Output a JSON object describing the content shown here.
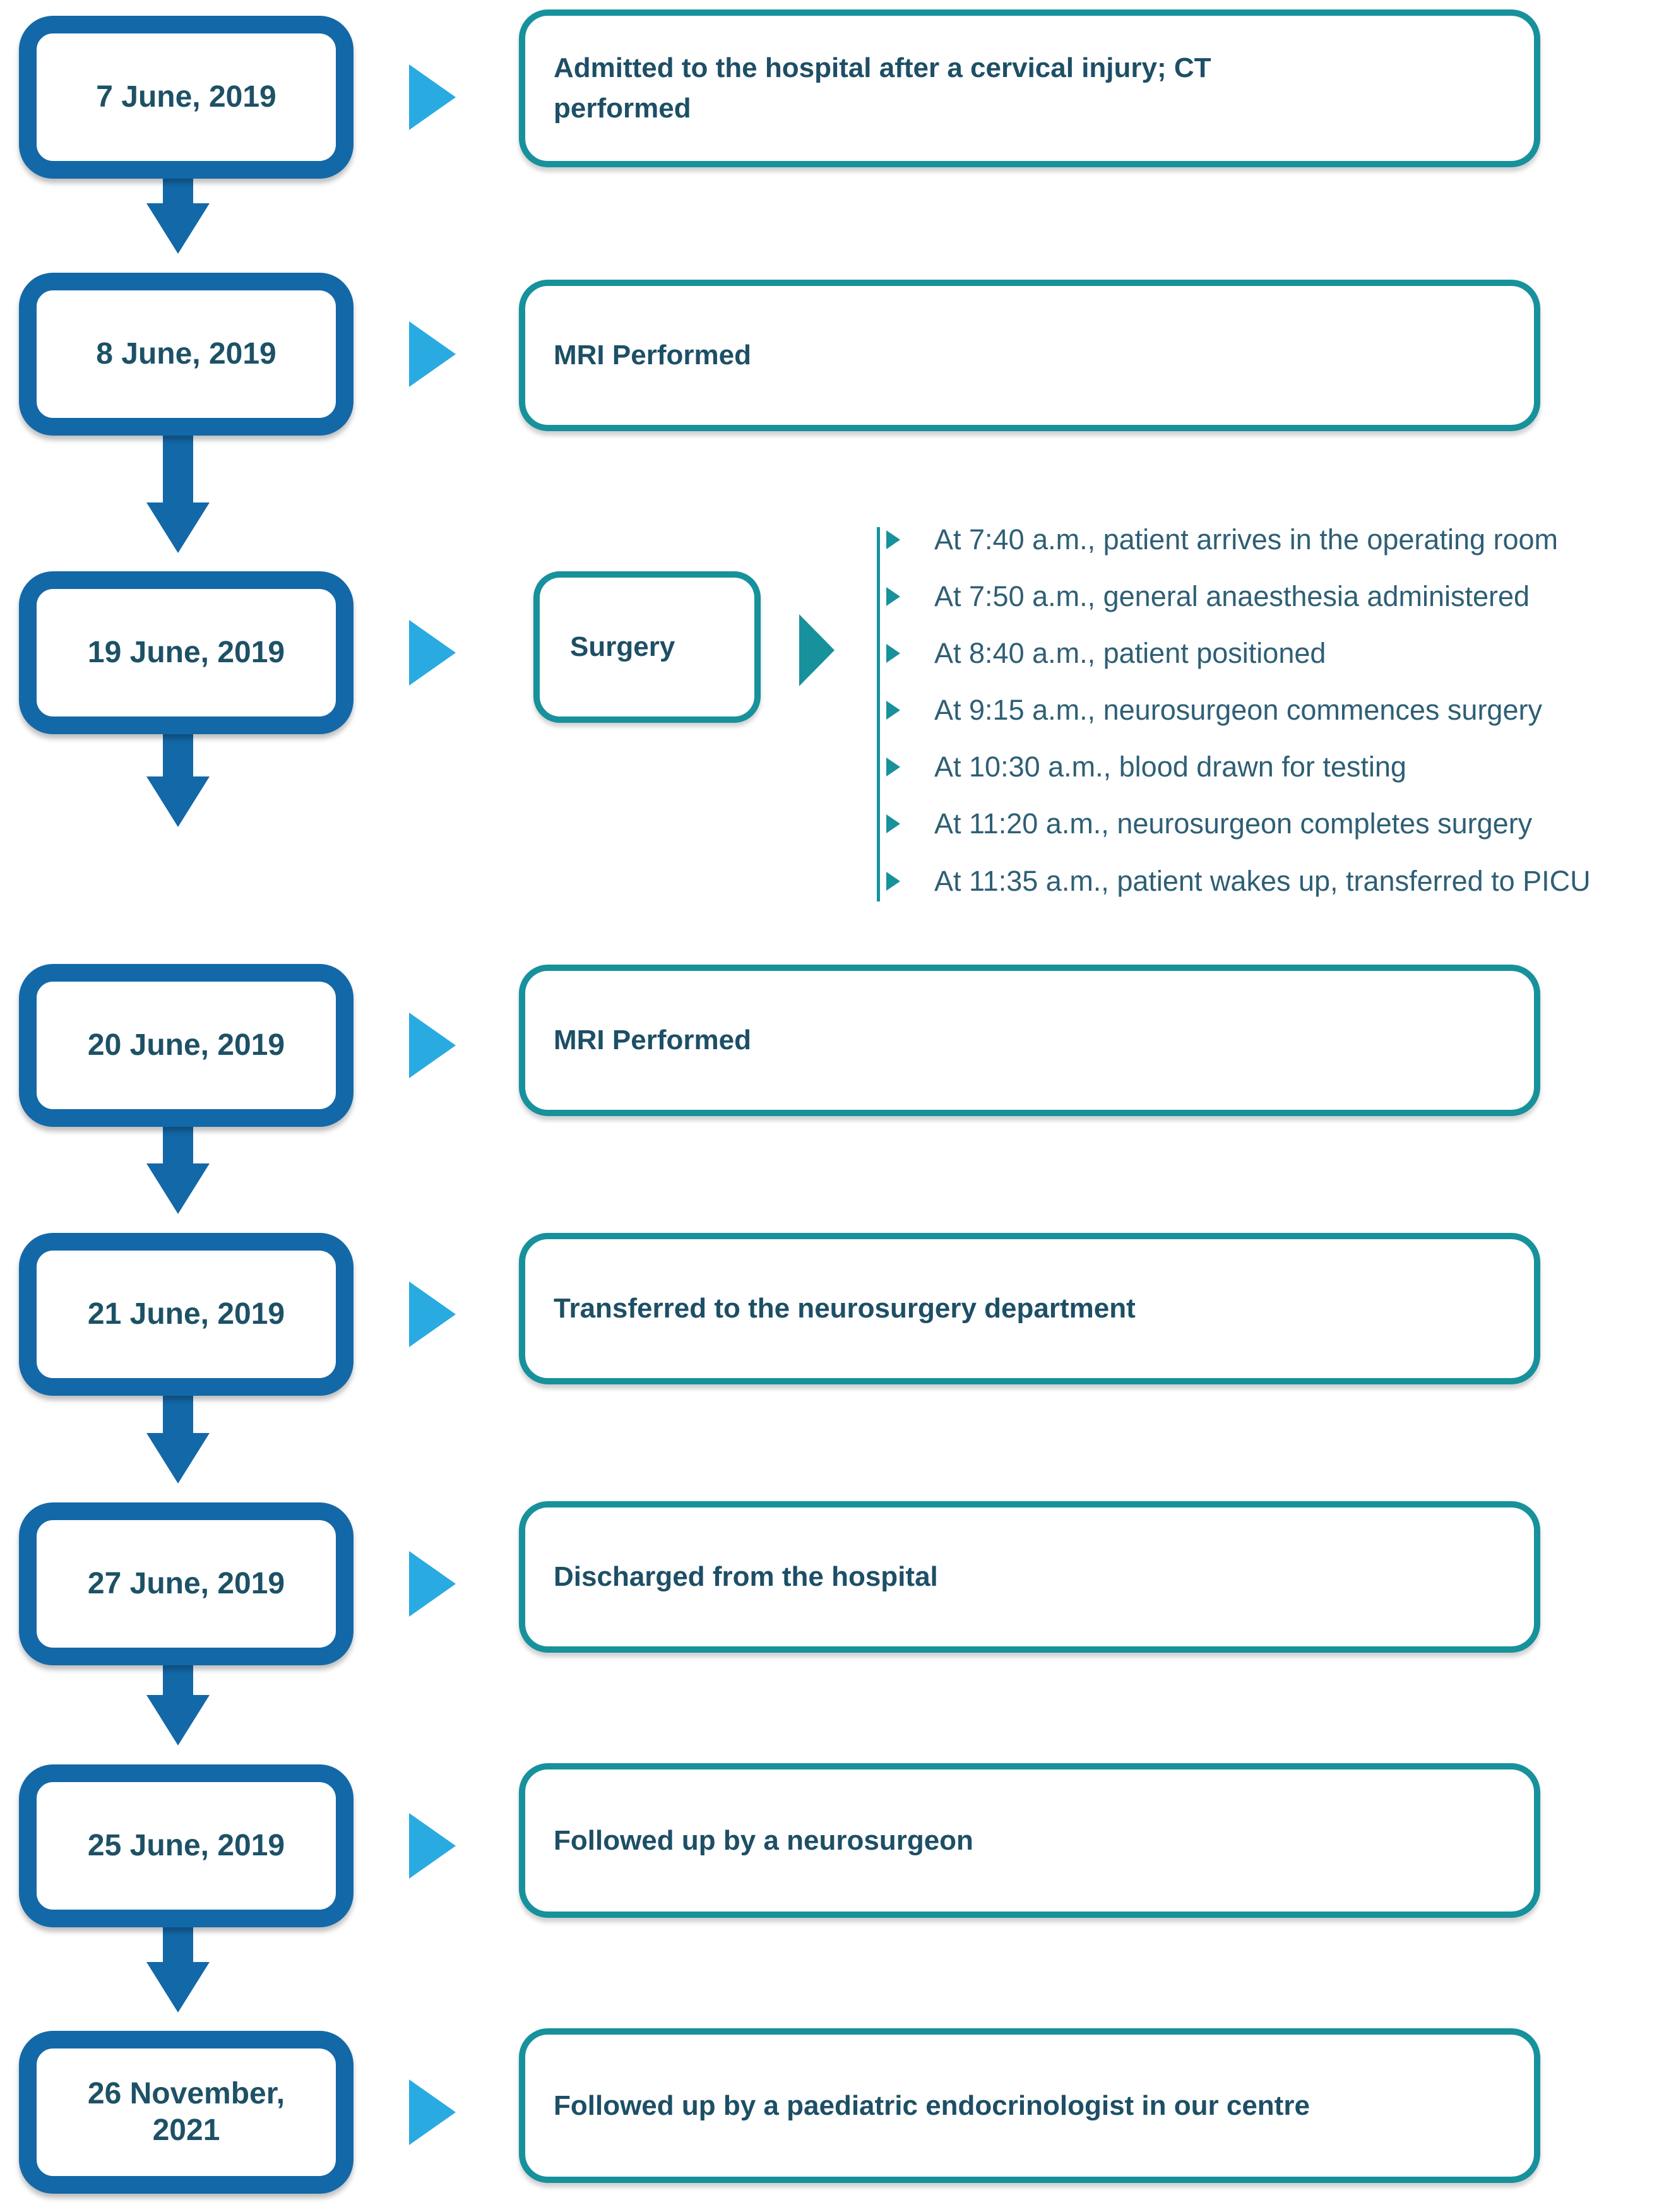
{
  "figure": {
    "type": "patient-timeline",
    "colors": {
      "date_box_border": "#1368a8",
      "flow_arrow": "#29abe2",
      "event_box_border": "#17919c",
      "date_text": "#1d5166",
      "event_text": "#1d4f66",
      "detail_text": "#2e5f75"
    }
  },
  "rows": [
    {
      "date": "7 June, 2019",
      "event": "Admitted to the hospital after a cervical injury; CT performed"
    },
    {
      "date": "8 June, 2019",
      "event": "MRI Performed"
    },
    {
      "date": "19 June, 2019",
      "event": "Surgery",
      "details": [
        "At 7:40 a.m., patient arrives in the operating room",
        "At 7:50 a.m., general anaesthesia administered",
        "At 8:40 a.m., patient positioned",
        "At 9:15 a.m., neurosurgeon commences surgery",
        "At 10:30 a.m., blood drawn for testing",
        "At 11:20 a.m., neurosurgeon completes surgery",
        "At 11:35 a.m., patient wakes up, transferred to PICU"
      ]
    },
    {
      "date": "20 June, 2019",
      "event": "MRI Performed"
    },
    {
      "date": "21 June, 2019",
      "event": "Transferred to the neurosurgery department"
    },
    {
      "date": "27 June, 2019",
      "event": "Discharged from the hospital"
    },
    {
      "date": "25 June, 2019",
      "event": "Followed up by a neurosurgeon"
    },
    {
      "date": "26 November, 2021",
      "event": "Followed up by a paediatric endocrinologist in our centre"
    }
  ]
}
